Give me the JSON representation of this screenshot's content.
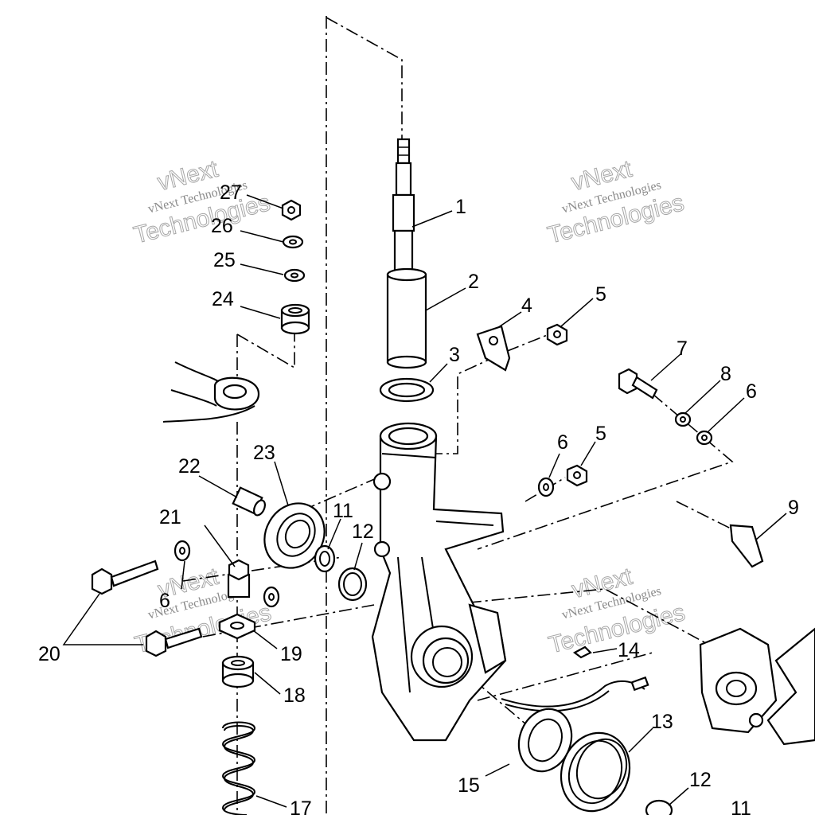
{
  "callouts": {
    "c1": "1",
    "c2": "2",
    "c3": "3",
    "c4": "4",
    "c5a": "5",
    "c5b": "5",
    "c6a": "6",
    "c6b": "6",
    "c6c": "6",
    "c7": "7",
    "c8": "8",
    "c9": "9",
    "c11a": "11",
    "c11b": "11",
    "c12a": "12",
    "c12b": "12",
    "c13": "13",
    "c14": "14",
    "c15": "15",
    "c17": "17",
    "c18": "18",
    "c19": "19",
    "c20": "20",
    "c21": "21",
    "c22": "22",
    "c23": "23",
    "c24": "24",
    "c25": "25",
    "c26": "26",
    "c27": "27"
  },
  "watermark": {
    "line1": "vNext",
    "line2": "vNext Technologies",
    "line3": "Technologies"
  }
}
